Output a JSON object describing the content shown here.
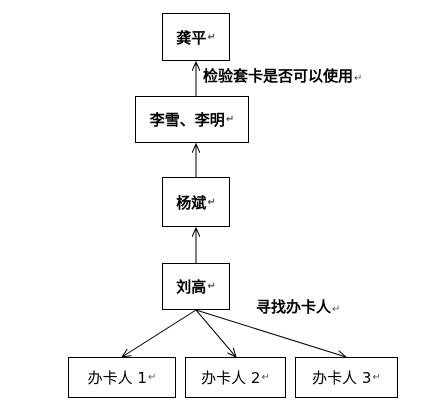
{
  "nodes": {
    "gong_ping": {
      "text": "龚平",
      "mark": "↵"
    },
    "li_xue_li_ming": {
      "text": "李雪、李明",
      "mark": "↵"
    },
    "yang_bin": {
      "text": "杨斌",
      "mark": "↵"
    },
    "liu_gao": {
      "text": "刘高",
      "mark": "↵"
    },
    "applicant_1": {
      "text": "办卡人 1",
      "mark": "↵"
    },
    "applicant_2": {
      "text": "办卡人 2",
      "mark": "↵"
    },
    "applicant_3": {
      "text": "办卡人 3",
      "mark": "↵"
    }
  },
  "labels": {
    "verify": {
      "text": "检验套卡是否可以使用",
      "mark": "↵"
    },
    "find": {
      "text": "寻找办卡人",
      "mark": "↵"
    }
  }
}
